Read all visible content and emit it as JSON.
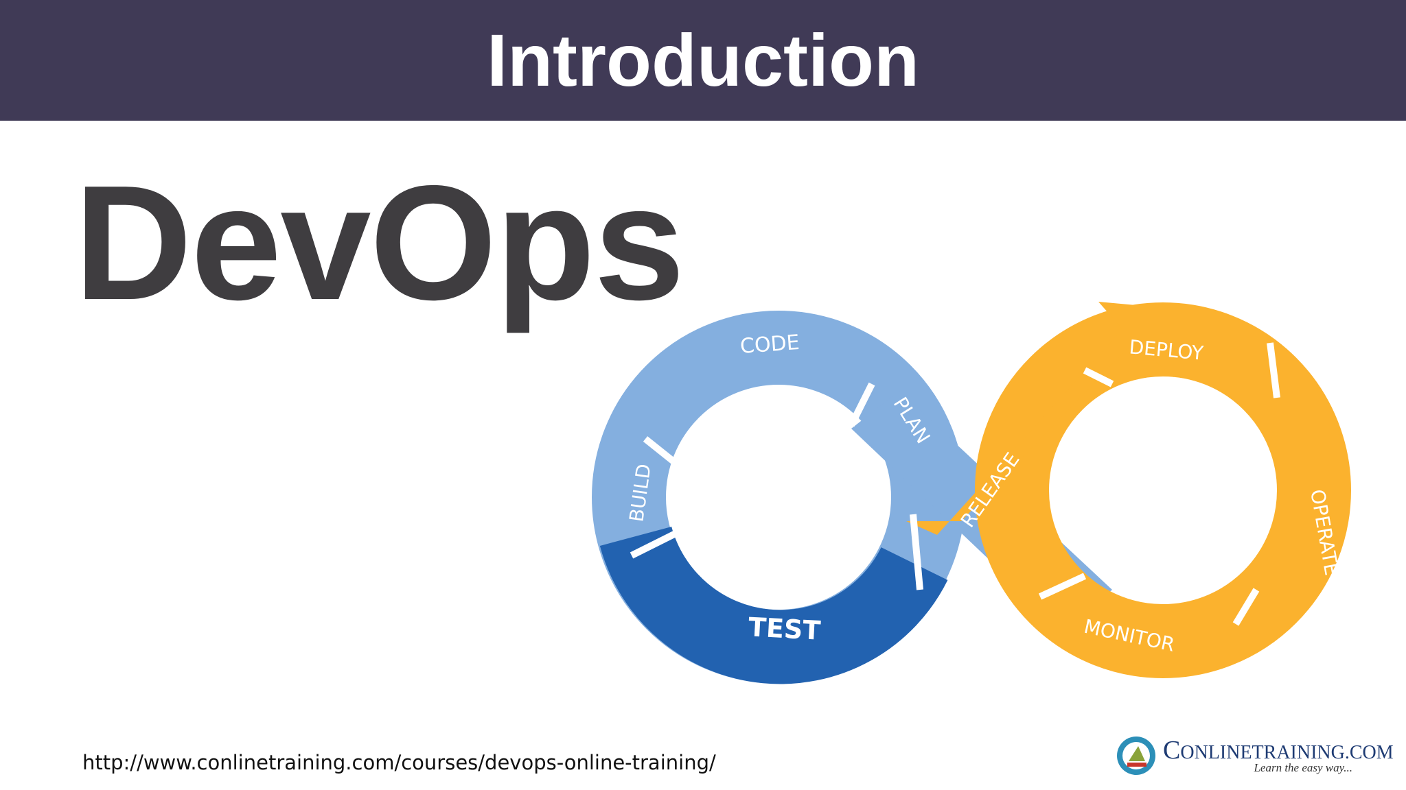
{
  "header": {
    "title": "Introduction"
  },
  "main": {
    "title": "DevOps"
  },
  "diagram": {
    "stages": {
      "code": "CODE",
      "plan": "PLAN",
      "build": "BUILD",
      "test": "TEST",
      "release": "RELEASE",
      "deploy": "DEPLOY",
      "operate": "OPERATE",
      "monitor": "MONITOR"
    },
    "colors": {
      "light_blue": "#84afdf",
      "dark_blue": "#2262b0",
      "orange": "#fbb22e"
    }
  },
  "footer": {
    "url": "http://www.conlinetraining.com/courses/devops-online-training/"
  },
  "logo": {
    "name_initial": "C",
    "name_rest": "ONLINETRAINING.COM",
    "tagline": "Learn the easy way..."
  },
  "colors": {
    "header_bg": "#403a56",
    "title_text": "#3f3d40"
  }
}
